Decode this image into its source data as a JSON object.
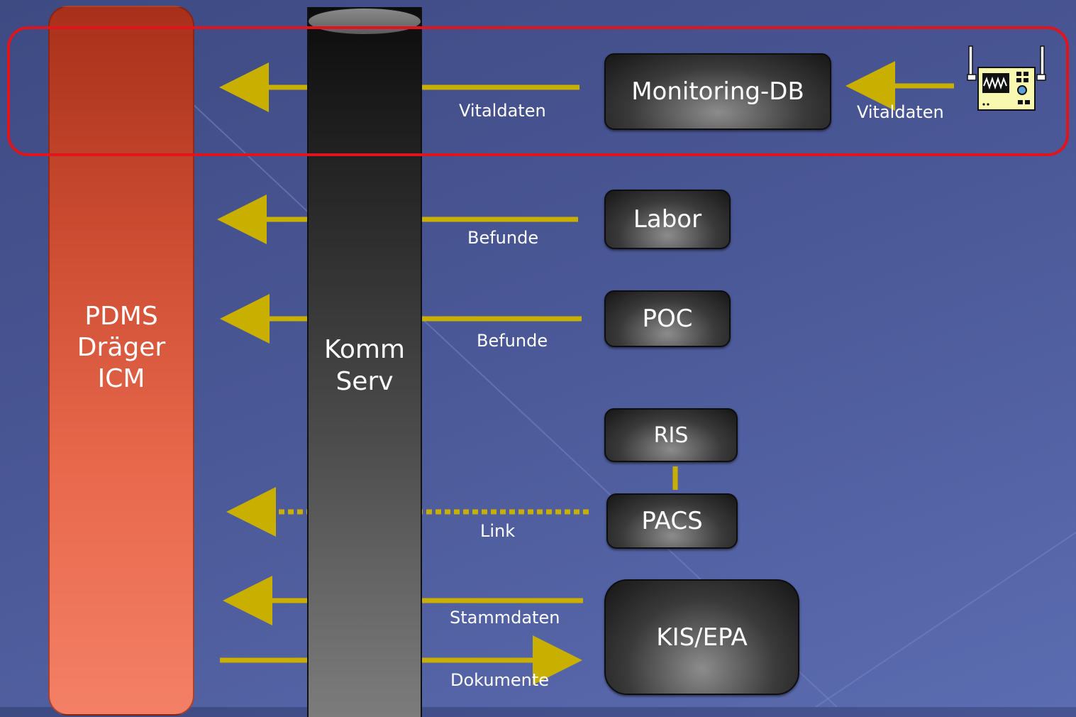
{
  "pdms": {
    "line1": "PDMS",
    "line2": "Dräger",
    "line3": "ICM"
  },
  "server": {
    "line1": "Komm",
    "line2": "Serv"
  },
  "systems": {
    "monitoring": "Monitoring-DB",
    "labor": "Labor",
    "poc": "POC",
    "ris": "RIS",
    "pacs": "PACS",
    "kis": "KIS/EPA"
  },
  "flows": {
    "vitals_monitoring": "Vitaldaten",
    "vitals_device": "Vitaldaten",
    "befunde_labor": "Befunde",
    "befunde_poc": "Befunde",
    "link_pacs": "Link",
    "stammdaten": "Stammdaten",
    "dokumente": "Dokumente"
  },
  "colors": {
    "arrow": "#c9b000",
    "highlight": "#e0141c",
    "pdms": "#e8684c"
  },
  "icons": {
    "device": "monitor-device-icon"
  }
}
